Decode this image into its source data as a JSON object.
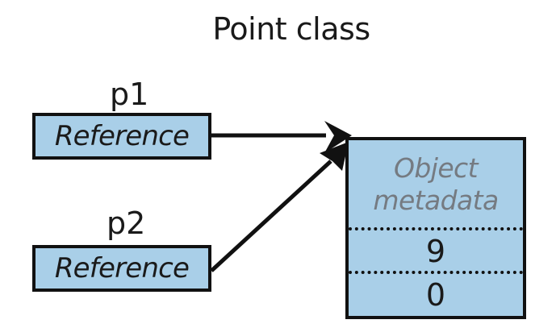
{
  "title": "Point class",
  "references": [
    {
      "variable": "p1",
      "box_label": "Reference"
    },
    {
      "variable": "p2",
      "box_label": "Reference"
    }
  ],
  "object": {
    "metadata_line1": "Object",
    "metadata_line2": "metadata",
    "fields": [
      "9",
      "0"
    ]
  },
  "colors": {
    "box_fill": "#a9cfe8",
    "stroke": "#111111",
    "metadata_text": "#757b82"
  }
}
